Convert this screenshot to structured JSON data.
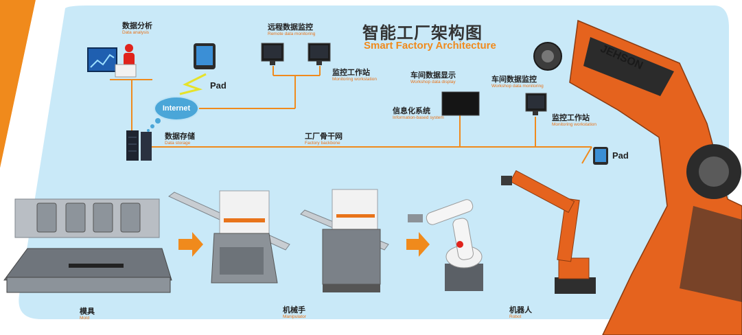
{
  "title": {
    "cn": "智能工厂架构图",
    "en": "Smart Factory Architecture"
  },
  "nodes": {
    "data_analysis": {
      "cn": "数据分析",
      "en": "Data analysis"
    },
    "remote_monitoring": {
      "cn": "远程数据监控",
      "en": "Remote data monitoring"
    },
    "monitoring_ws_1": {
      "cn": "监控工作站",
      "en": "Monitoring workstation"
    },
    "workshop_display": {
      "cn": "车间数据显示",
      "en": "Workshop data display"
    },
    "workshop_monitoring": {
      "cn": "车间数据监控",
      "en": "Workshop data monitoring"
    },
    "info_system": {
      "cn": "信息化系统",
      "en": "Information-based system"
    },
    "monitoring_ws_2": {
      "cn": "监控工作站",
      "en": "Monitoring workstation"
    },
    "data_storage": {
      "cn": "数据存储",
      "en": "Data storage"
    },
    "factory_backbone": {
      "cn": "工厂骨干网",
      "en": "Factory backbone"
    },
    "mold": {
      "cn": "模具",
      "en": "Mold"
    },
    "manipulator": {
      "cn": "机械手",
      "en": "Manipulator"
    },
    "robot": {
      "cn": "机器人",
      "en": "Robot"
    }
  },
  "internet": "Internet",
  "pad_label_1": "Pad",
  "pad_label_2": "Pad",
  "robot_brand": "JEHSON",
  "colors": {
    "panel": "#c9e9f8",
    "line": "#f08a1c",
    "accent": "#e8731a",
    "robot": "#e5631e"
  }
}
